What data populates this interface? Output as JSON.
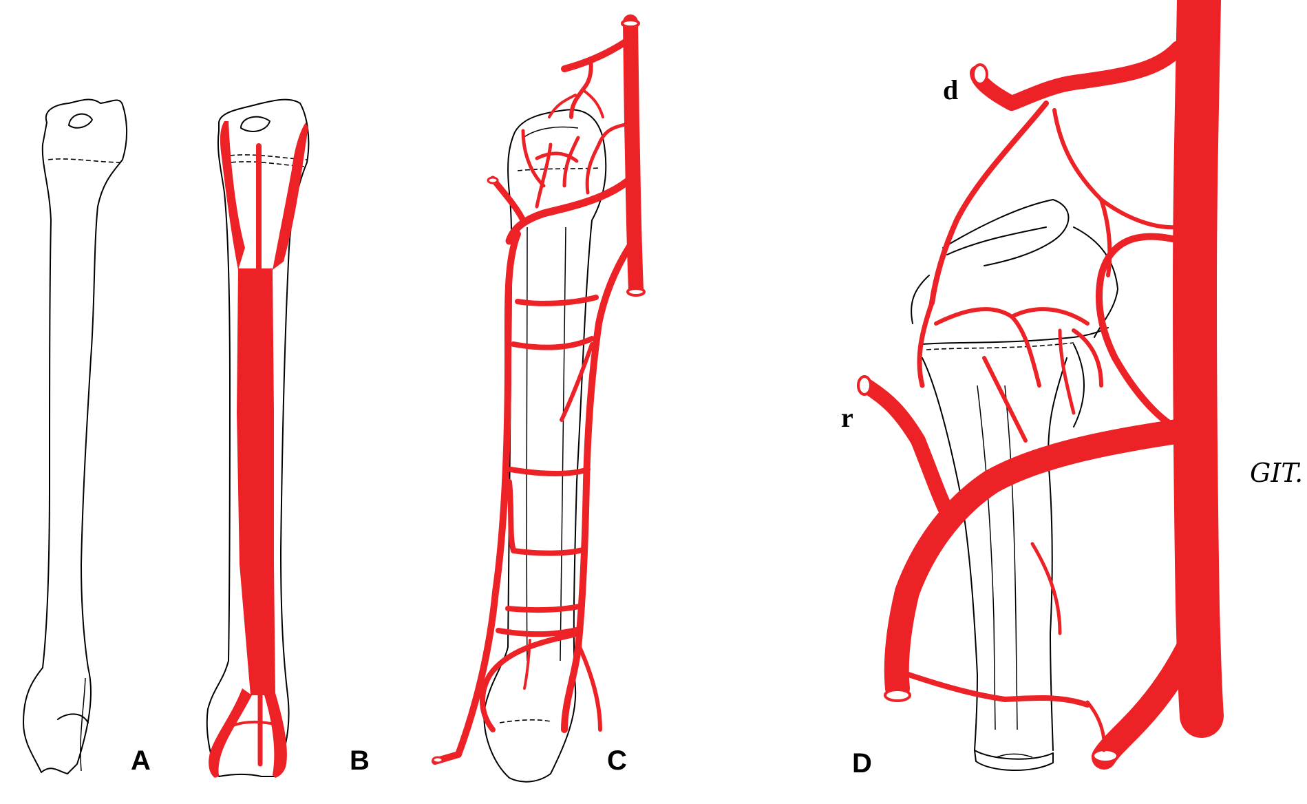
{
  "colors": {
    "artery": "#ec2227",
    "bone_outline": "#000000",
    "stipple": "#6b6b6b",
    "background": "#ffffff"
  },
  "panels": [
    {
      "id": "A",
      "label": "A"
    },
    {
      "id": "B",
      "label": "B"
    },
    {
      "id": "C",
      "label": "C"
    },
    {
      "id": "D",
      "label": "D"
    }
  ],
  "vessel_labels": {
    "d": "d",
    "r": "r"
  },
  "signature": "GIT."
}
